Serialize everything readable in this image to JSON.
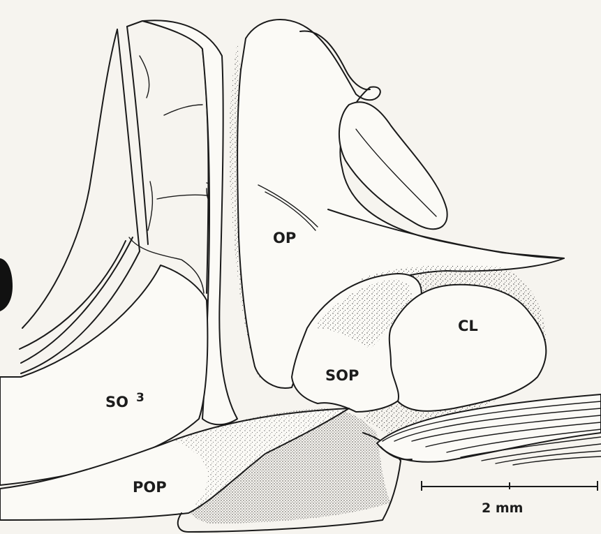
{
  "labels": {
    "op": "OP",
    "cl": "CL",
    "sop": "SOP",
    "so3_main": "SO",
    "so3_sup": "3",
    "pop": "POP"
  },
  "scale_bar": {
    "label": "2 mm"
  }
}
